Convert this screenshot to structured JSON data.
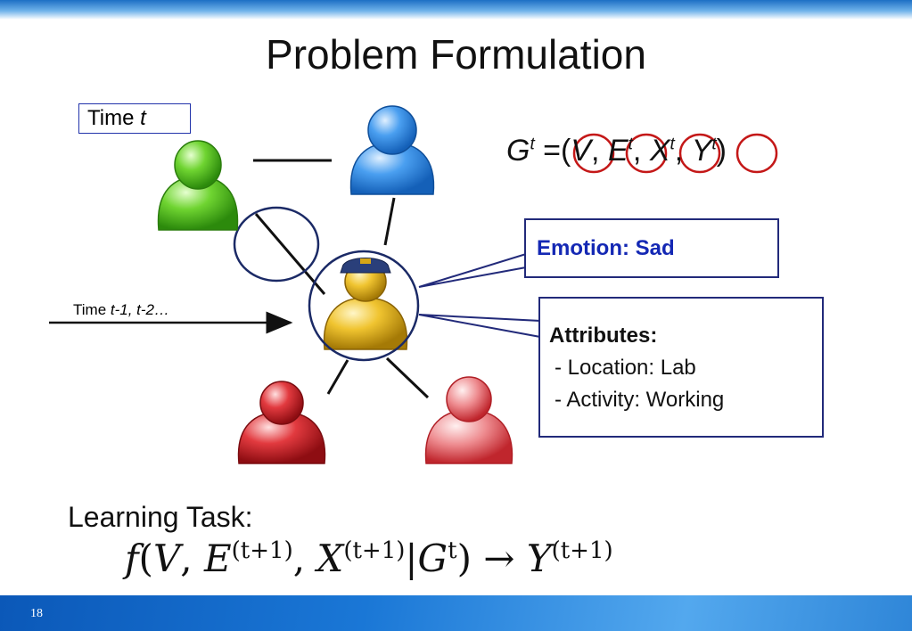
{
  "slide": {
    "title": "Problem Formulation",
    "page_number": "18"
  },
  "diagram": {
    "time_box": {
      "label": "Time ",
      "var": "t"
    },
    "time_prev": {
      "label": "Time ",
      "vars": "t-1, t-2…"
    },
    "graph_formula": {
      "G": "G",
      "t": "t",
      "eq": " =(",
      "V": "V",
      "comma": ", ",
      "E": "E",
      "X": "X",
      "Y": "Y",
      "close": ")"
    },
    "emotion": {
      "label": "Emotion: Sad"
    },
    "attributes": {
      "title": "Attributes:",
      "items": [
        " - Location: Lab",
        " - Activity: Working"
      ]
    },
    "users": [
      {
        "name": "user-green",
        "color": "#4cc21c"
      },
      {
        "name": "user-blue",
        "color": "#2f8ce6"
      },
      {
        "name": "user-gold",
        "color": "#e2b219"
      },
      {
        "name": "user-red-left",
        "color": "#d6252c"
      },
      {
        "name": "user-red-right",
        "color": "#e0414a"
      }
    ],
    "circle_color": "#b81d1d",
    "line_color": "#111111",
    "box_border_color": "#222a7a"
  },
  "learning_task": {
    "label": "Learning Task:",
    "formula": {
      "f": "f",
      "open": "(",
      "V": "V",
      "c1": ", ",
      "E": "E",
      "sup1": "(t+1)",
      "c2": ", ",
      "X": "X",
      "sup2": "(t+1)",
      "bar": "|",
      "G": "G",
      "supt": "t",
      "arrow": ") → ",
      "Y": "Y",
      "sup3": "(t+1)"
    }
  }
}
